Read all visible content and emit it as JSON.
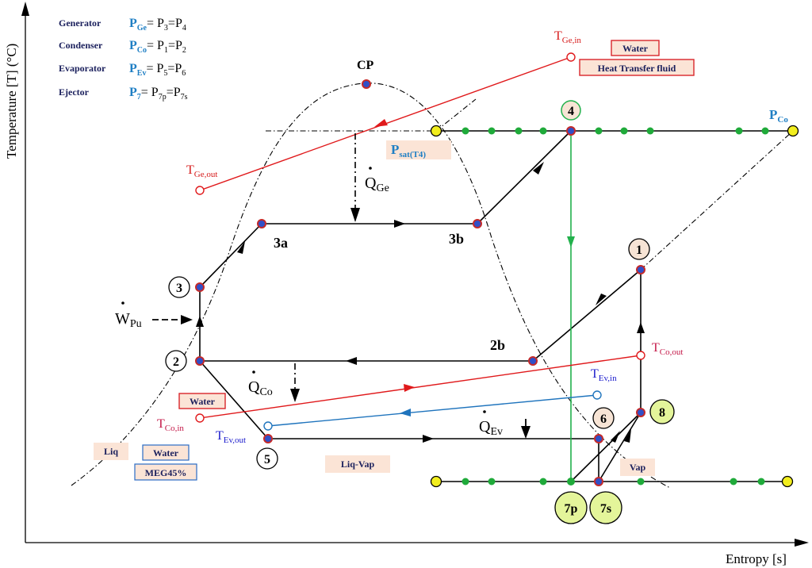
{
  "axes": {
    "y_label": "Temperature [T] (°C)",
    "x_label": "Entropy [s]"
  },
  "legend": [
    {
      "name": "Generator",
      "p": "P",
      "p_sub": "Ge",
      "expr": "= P",
      "e1_sub": "3",
      "mid": "=P",
      "e2_sub": "4",
      "tail": ""
    },
    {
      "name": "Condenser",
      "p": "P",
      "p_sub": "Co",
      "expr": "= P",
      "e1_sub": "1",
      "mid": "=P",
      "e2_sub": "2",
      "tail": ""
    },
    {
      "name": "Evaporator",
      "p": "P",
      "p_sub": "Ev",
      "expr": "= P",
      "e1_sub": "5",
      "mid": "=P",
      "e2_sub": "6",
      "tail": ""
    },
    {
      "name": "Ejector",
      "p": "P",
      "p_sub": "7",
      "expr": "= P",
      "e1_sub": "7p",
      "mid": "=P",
      "e2_sub": "7s",
      "tail": ""
    }
  ],
  "critical_point": "CP",
  "states": {
    "s1": "1",
    "s2": "2",
    "s3": "3",
    "s4": "4",
    "s5": "5",
    "s6": "6",
    "s8": "8",
    "s7p": "7p",
    "s7s": "7s"
  },
  "point_labels": {
    "p3a": "3a",
    "p3b": "3b",
    "p2b": "2b"
  },
  "pressure_labels": {
    "pco_main": "P",
    "pco_sub": "Co",
    "psat_main": "P",
    "psat_sub": "sat(T4)"
  },
  "heat": {
    "q_ge_main": "Q",
    "q_ge_sub": "Ge",
    "q_co_main": "Q",
    "q_co_sub": "Co",
    "q_ev_main": "Q",
    "q_ev_sub": "Ev",
    "w_pu_main": "W",
    "w_pu_sub": "Pu"
  },
  "temps": {
    "t_ge_in_main": "T",
    "t_ge_in_sub": "Ge,in",
    "t_ge_out_main": "T",
    "t_ge_out_sub": "Ge,out",
    "t_co_out_main": "T",
    "t_co_out_sub": "Co,out",
    "t_co_in_main": "T",
    "t_co_in_sub": "Co,in",
    "t_ev_in_main": "T",
    "t_ev_in_sub": "Ev,in",
    "t_ev_out_main": "T",
    "t_ev_out_sub": "Ev,out"
  },
  "boxes": {
    "water_top": "Water",
    "htf": "Heat Transfer fluid",
    "water_co": "Water",
    "liq": "Liq",
    "water_ev": "Water",
    "meg": "MEG45%",
    "liqvap": "Liq-Vap",
    "vap": "Vap"
  },
  "colors": {
    "red_line": "#e0191b",
    "blue_line": "#1f74bd",
    "green_line": "#22b14c",
    "green_dot": "#1faa3a",
    "yellow_dot": "#f2ee1e",
    "state_fill": "#f7e4d5",
    "state_fill_green": "#e4f59a",
    "point_fill": "#c42a2a",
    "point_core": "#3050c8",
    "box_fill": "#fbe4d6",
    "box_border_red": "#d9262b",
    "box_border_blue": "#2b6cc4"
  }
}
